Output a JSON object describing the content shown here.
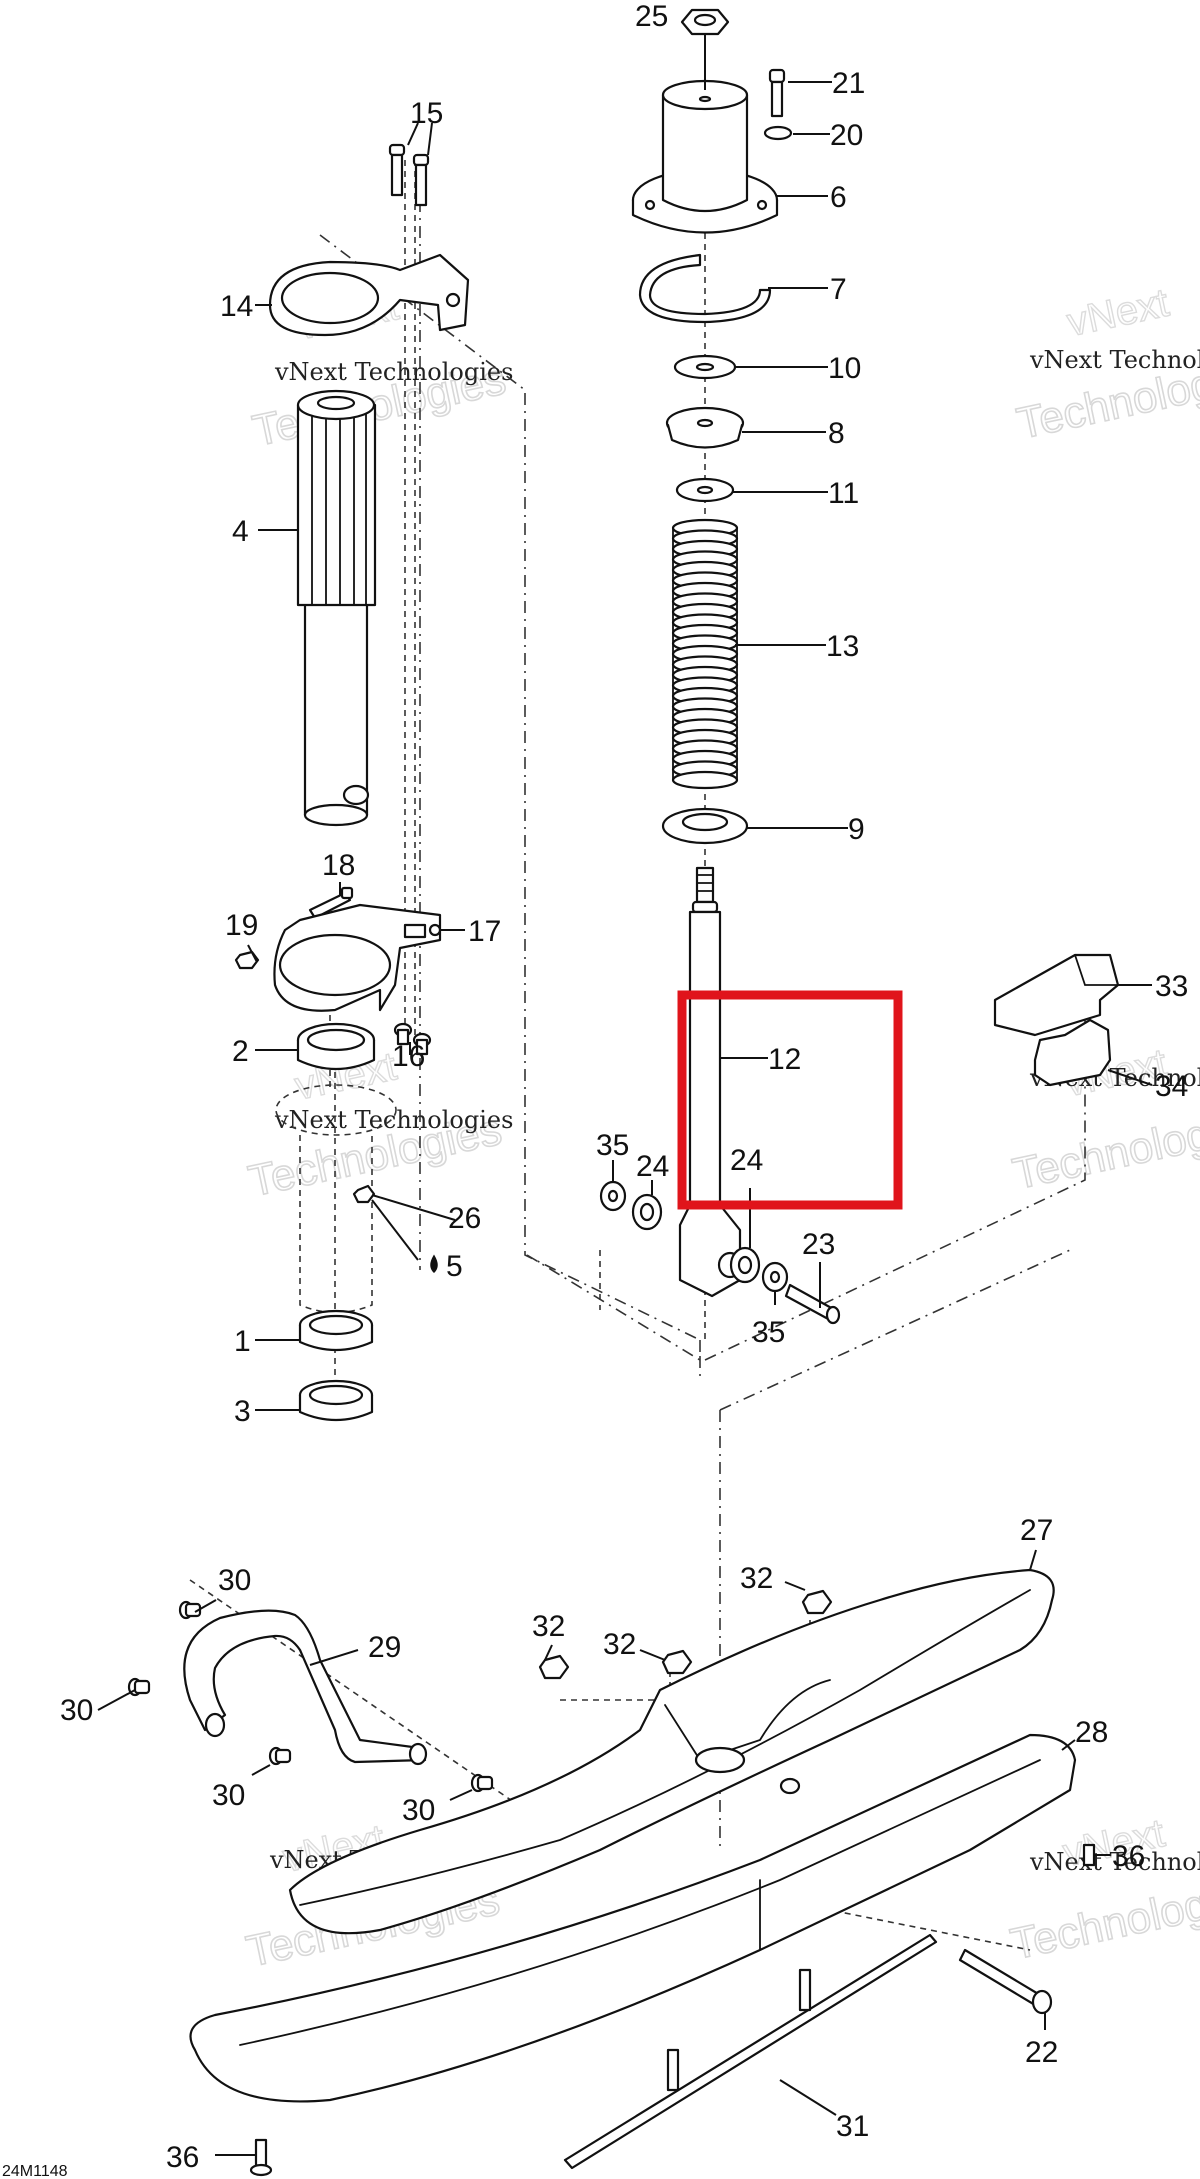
{
  "diagram": {
    "drawing_code": "24M1148",
    "highlighted_callout": "12",
    "highlight_color": "#e0141b",
    "watermark": {
      "line1": "vNext Technologies",
      "line2": "Technologies",
      "line0": "vNext"
    },
    "callouts": [
      {
        "id": "c25",
        "label": "25"
      },
      {
        "id": "c21",
        "label": "21"
      },
      {
        "id": "c20",
        "label": "20"
      },
      {
        "id": "c6",
        "label": "6"
      },
      {
        "id": "c7",
        "label": "7"
      },
      {
        "id": "c10",
        "label": "10"
      },
      {
        "id": "c8",
        "label": "8"
      },
      {
        "id": "c11",
        "label": "11"
      },
      {
        "id": "c13",
        "label": "13"
      },
      {
        "id": "c9",
        "label": "9"
      },
      {
        "id": "c12",
        "label": "12"
      },
      {
        "id": "c15",
        "label": "15"
      },
      {
        "id": "c14",
        "label": "14"
      },
      {
        "id": "c4",
        "label": "4"
      },
      {
        "id": "c18",
        "label": "18"
      },
      {
        "id": "c19",
        "label": "19"
      },
      {
        "id": "c17",
        "label": "17"
      },
      {
        "id": "c2",
        "label": "2"
      },
      {
        "id": "c16",
        "label": "16"
      },
      {
        "id": "c26",
        "label": "26"
      },
      {
        "id": "c5",
        "label": "5"
      },
      {
        "id": "c1",
        "label": "1"
      },
      {
        "id": "c3",
        "label": "3"
      },
      {
        "id": "c35a",
        "label": "35"
      },
      {
        "id": "c24a",
        "label": "24"
      },
      {
        "id": "c24b",
        "label": "24"
      },
      {
        "id": "c23",
        "label": "23"
      },
      {
        "id": "c35b",
        "label": "35"
      },
      {
        "id": "c33",
        "label": "33"
      },
      {
        "id": "c34",
        "label": "34"
      },
      {
        "id": "c27",
        "label": "27"
      },
      {
        "id": "c32a",
        "label": "32"
      },
      {
        "id": "c32b",
        "label": "32"
      },
      {
        "id": "c32c",
        "label": "32"
      },
      {
        "id": "c28",
        "label": "28"
      },
      {
        "id": "c30a",
        "label": "30"
      },
      {
        "id": "c29",
        "label": "29"
      },
      {
        "id": "c30b",
        "label": "30"
      },
      {
        "id": "c30c",
        "label": "30"
      },
      {
        "id": "c30d",
        "label": "30"
      },
      {
        "id": "c36a",
        "label": "36"
      },
      {
        "id": "c22",
        "label": "22"
      },
      {
        "id": "c31",
        "label": "31"
      },
      {
        "id": "c36b",
        "label": "36"
      }
    ]
  }
}
